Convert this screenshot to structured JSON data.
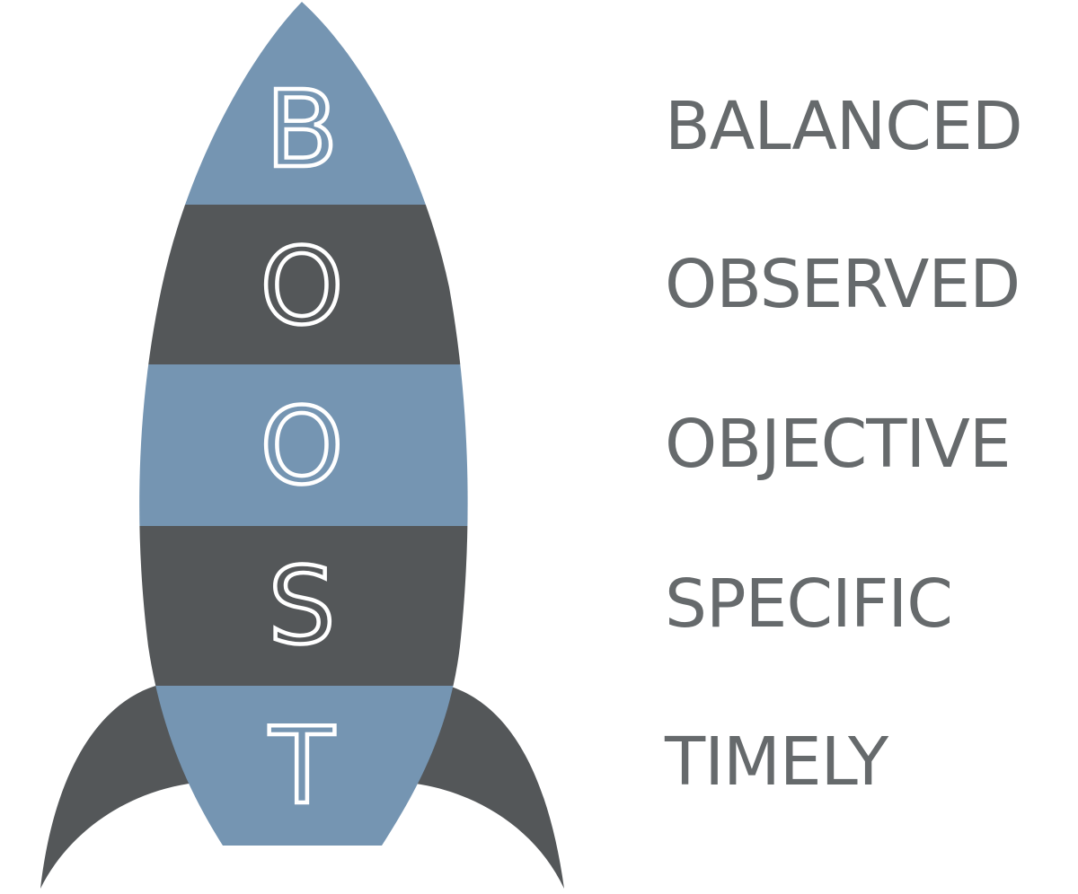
{
  "acronym": {
    "letters": [
      "B",
      "O",
      "O",
      "S",
      "T"
    ],
    "words": [
      "BALANCED",
      "OBSERVED",
      "OBJECTIVE",
      "SPECIFIC",
      "TIMELY"
    ]
  },
  "colors": {
    "blue_band": "#7595b2",
    "dark_band": "#545759",
    "fin": "#545759",
    "word_text": "#666a6c",
    "letter_text": "#ffffff"
  }
}
